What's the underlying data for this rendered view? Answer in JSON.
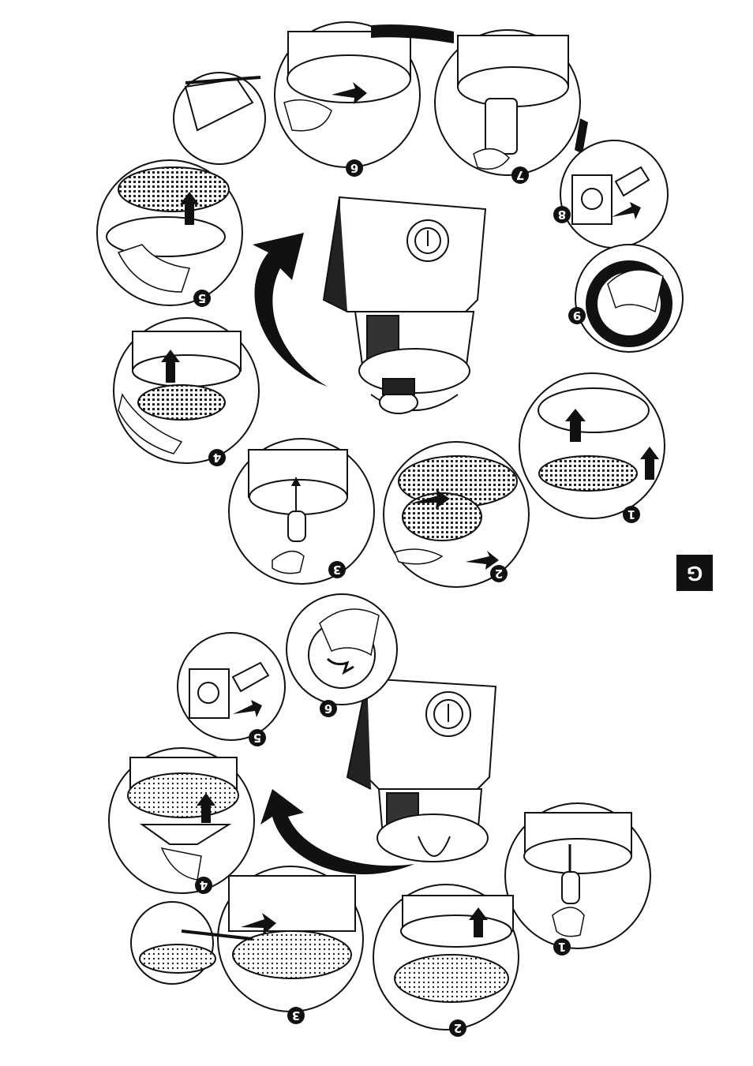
{
  "page": {
    "section_tab": "G"
  },
  "upper_sequence": {
    "steps": [
      "1",
      "2",
      "3",
      "4",
      "5",
      "6",
      "7",
      "8",
      "9"
    ]
  },
  "lower_sequence": {
    "steps": [
      "1",
      "2",
      "3",
      "4",
      "5",
      "6"
    ]
  },
  "colors": {
    "ink": "#111111",
    "paper": "#ffffff",
    "tab_bg": "#111111"
  },
  "icons": [
    "curved-arrow-icon",
    "plug-icon",
    "socket-icon",
    "hand-icon",
    "arrow-up-icon"
  ]
}
